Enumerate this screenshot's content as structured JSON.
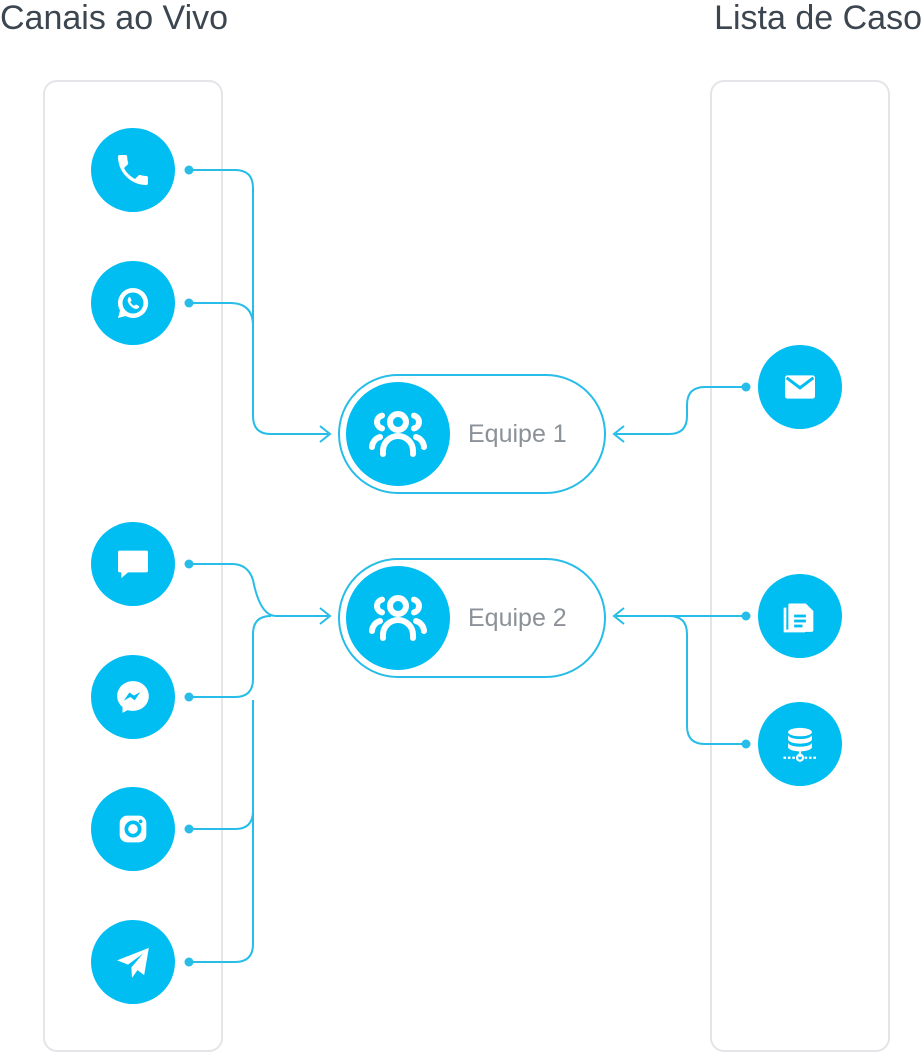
{
  "left_heading": "Canais ao Vivo",
  "right_heading": "Lista de Caso",
  "colors": {
    "accent": "#00bdf2",
    "line": "#27bde8",
    "panel_border": "#e3e5e8",
    "heading": "#3c4650",
    "team_label": "#8b9298"
  },
  "left_channels": [
    {
      "icon": "phone-icon"
    },
    {
      "icon": "whatsapp-icon"
    },
    {
      "icon": "chat-icon"
    },
    {
      "icon": "messenger-icon"
    },
    {
      "icon": "instagram-icon"
    },
    {
      "icon": "telegram-icon"
    }
  ],
  "right_sources": [
    {
      "icon": "email-icon"
    },
    {
      "icon": "document-icon"
    },
    {
      "icon": "database-icon"
    }
  ],
  "teams": [
    {
      "label": "Equipe 1",
      "icon": "team-icon"
    },
    {
      "label": "Equipe 2",
      "icon": "team-icon"
    }
  ]
}
